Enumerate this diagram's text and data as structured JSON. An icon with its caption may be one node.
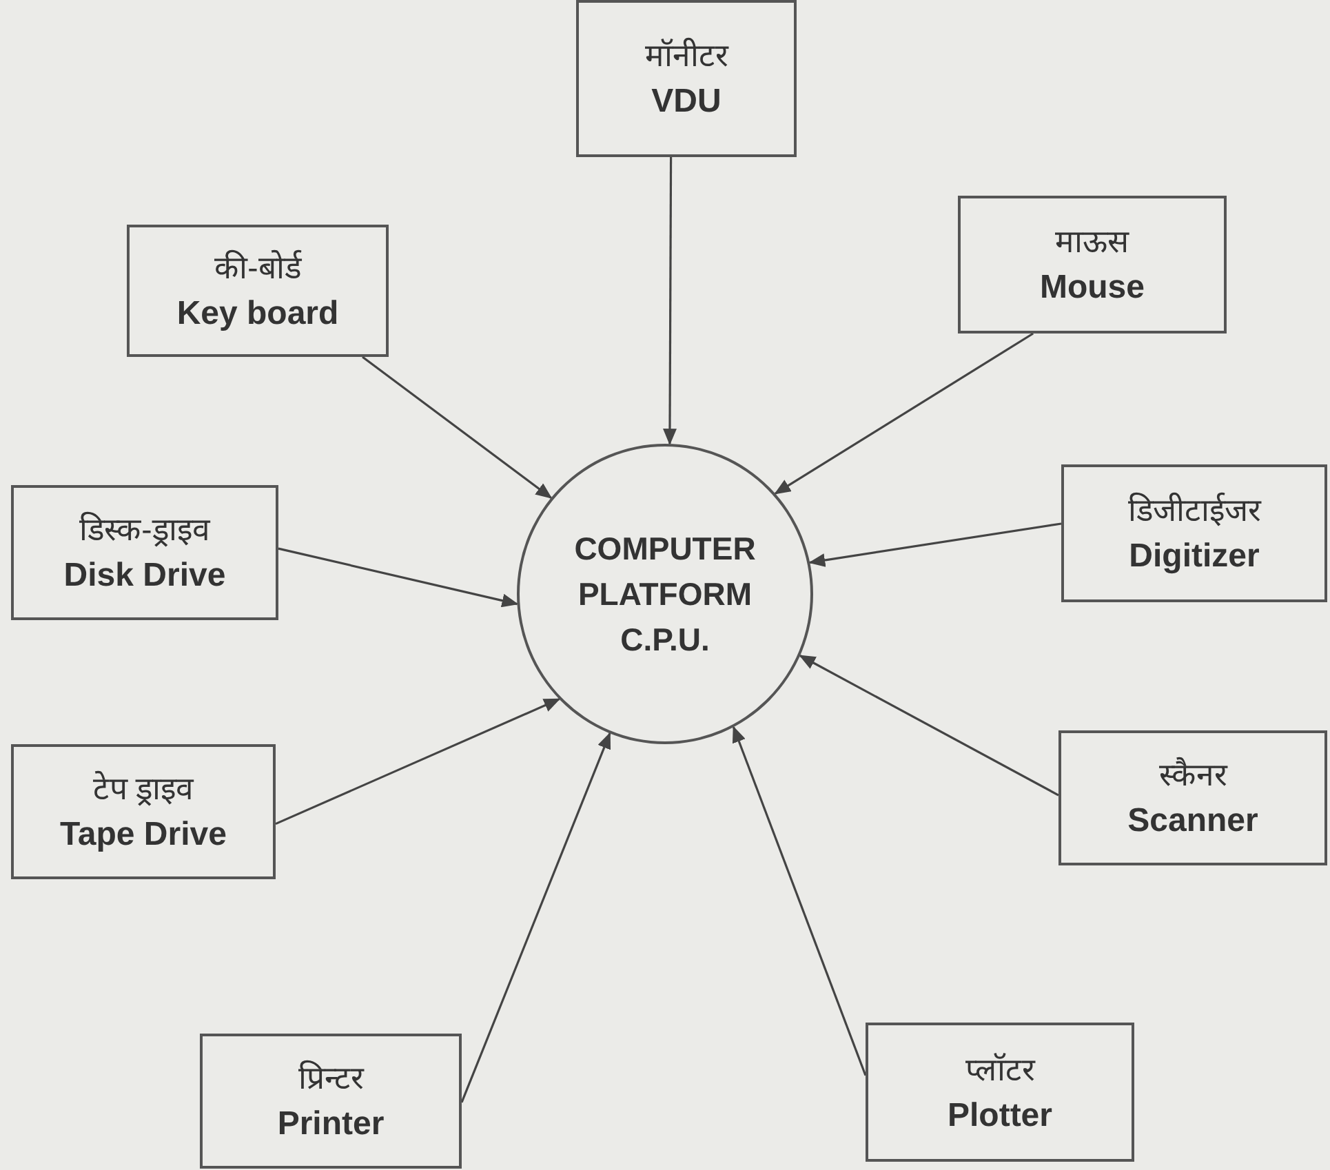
{
  "diagram": {
    "nodes": [
      {
        "text": [
          "मॉनीटर",
          "VDU"
        ]
      },
      {
        "text": [
          "की-बोर्ड",
          "Key board"
        ]
      },
      {
        "text": [
          "माऊस",
          "Mouse"
        ]
      },
      {
        "text": [
          "डिस्क-ड्राइव",
          "Disk Drive"
        ]
      },
      {
        "text": [
          "COMPUTER PLATFORM C.P.U."
        ]
      },
      {
        "text": [
          "डिजीटाईजर",
          "Digitizer"
        ]
      },
      {
        "text": [
          "टेप ड्राइव",
          "Tape Drive"
        ]
      },
      {
        "text": [
          "स्कैनर",
          "Scanner"
        ]
      },
      {
        "text": [
          "प्रिन्टर",
          "Printer"
        ]
      },
      {
        "text": [
          "प्लॉटर",
          "Plotter"
        ]
      }
    ],
    "edges": [
      {
        "from": 0,
        "to": 4,
        "arrow": "to"
      },
      {
        "from": 1,
        "to": 4,
        "arrow": "to"
      },
      {
        "from": 2,
        "to": 4,
        "arrow": "to"
      },
      {
        "from": 3,
        "to": 4,
        "arrow": "to"
      },
      {
        "from": 5,
        "to": 4,
        "arrow": "to"
      },
      {
        "from": 6,
        "to": 4,
        "arrow": "to"
      },
      {
        "from": 7,
        "to": 4,
        "arrow": "to"
      },
      {
        "from": 8,
        "to": 4,
        "arrow": "to"
      },
      {
        "from": 9,
        "to": 4,
        "arrow": "to"
      }
    ]
  }
}
